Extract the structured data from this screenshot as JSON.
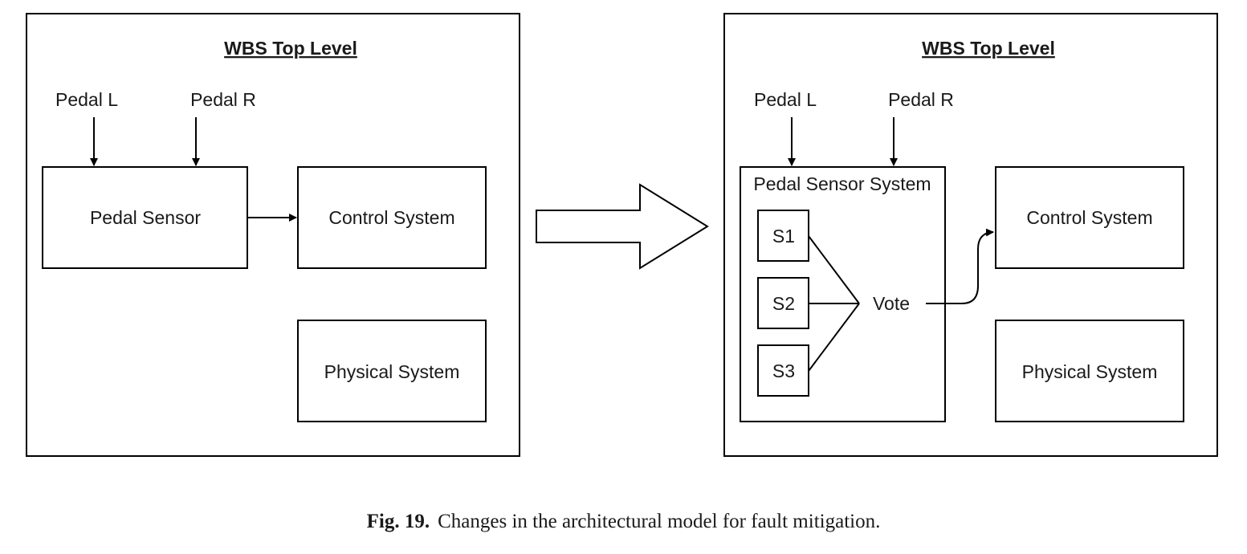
{
  "left_panel": {
    "title": "WBS Top Level",
    "input_left": "Pedal L",
    "input_right": "Pedal R",
    "sensor": "Pedal Sensor",
    "control": "Control System",
    "physical": "Physical System"
  },
  "right_panel": {
    "title": "WBS Top Level",
    "input_left": "Pedal L",
    "input_right": "Pedal R",
    "sensor_system": "Pedal Sensor System",
    "sensors": [
      "S1",
      "S2",
      "S3"
    ],
    "vote": "Vote",
    "control": "Control System",
    "physical": "Physical System"
  },
  "caption": {
    "figure": "Fig. 19.",
    "text": "Changes in the architectural model for fault mitigation."
  }
}
